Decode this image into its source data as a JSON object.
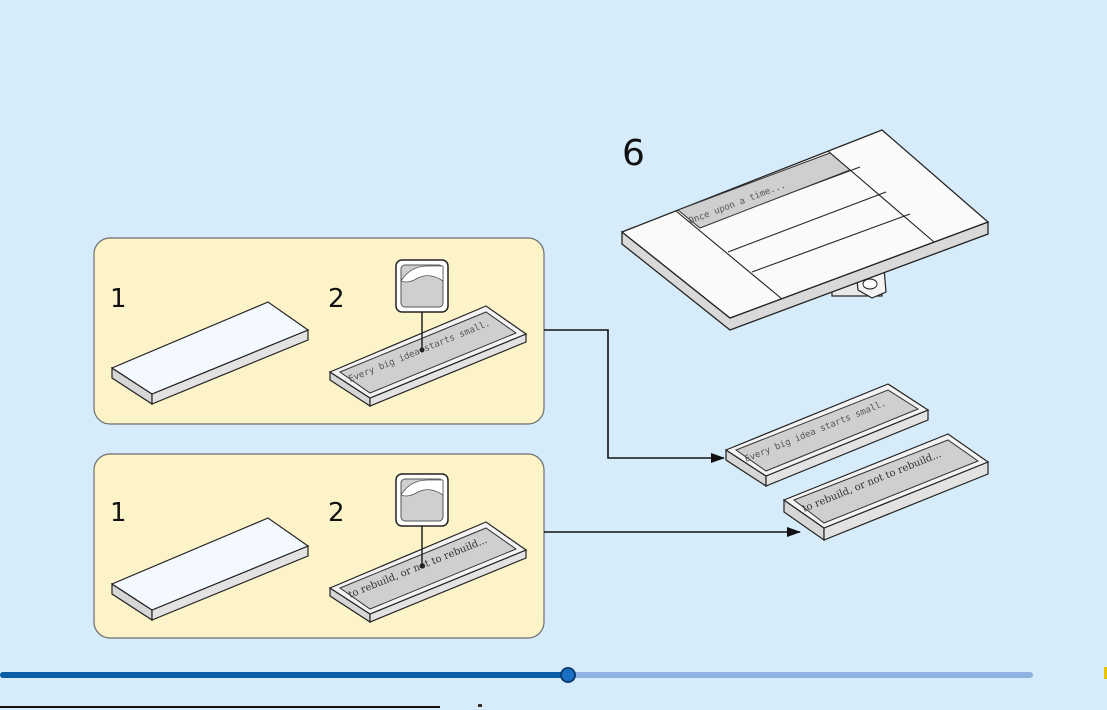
{
  "step": {
    "number": "6"
  },
  "panels": [
    {
      "sub1": "1",
      "sub2": "2",
      "sticker_text": "Every big idea starts small."
    },
    {
      "sub1": "1",
      "sub2": "2",
      "sticker_text": "to rebuild, or not to rebuild..."
    }
  ],
  "assembly": {
    "plate_text": "Once upon a time..."
  },
  "result_tiles": [
    {
      "text": "Every big idea starts small."
    },
    {
      "text": "to rebuild, or not to rebuild..."
    }
  ],
  "progress": {
    "fraction": 0.55
  },
  "colors": {
    "background": "#d6ecfa",
    "panel": "#fdf3c9",
    "progress_fill": "#0c5ca8",
    "progress_track": "#8fb2e0"
  }
}
